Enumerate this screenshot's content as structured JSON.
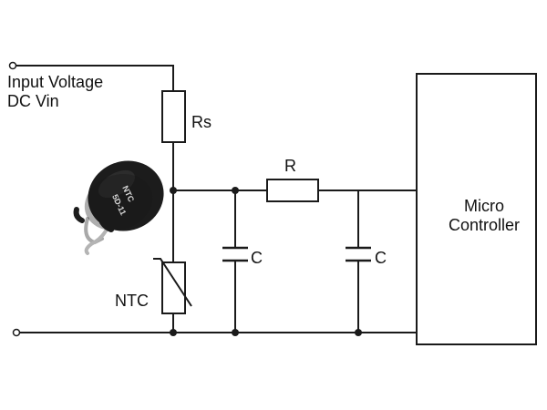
{
  "labels": {
    "input_line1": "Input Voltage",
    "input_line2": "DC Vin",
    "rs": "Rs",
    "r": "R",
    "c1": "C",
    "c2": "C",
    "ntc": "NTC",
    "mcu_line1": "Micro",
    "mcu_line2": "Controller"
  },
  "photo": {
    "marking_line1": "NTC",
    "marking_line2": "5D-11"
  },
  "colors": {
    "wire": "#1a1a1a",
    "thermistor_body": "#1c1c1c",
    "background": "#ffffff"
  },
  "icons": {
    "photo": "ntc-thermistor-photo"
  }
}
